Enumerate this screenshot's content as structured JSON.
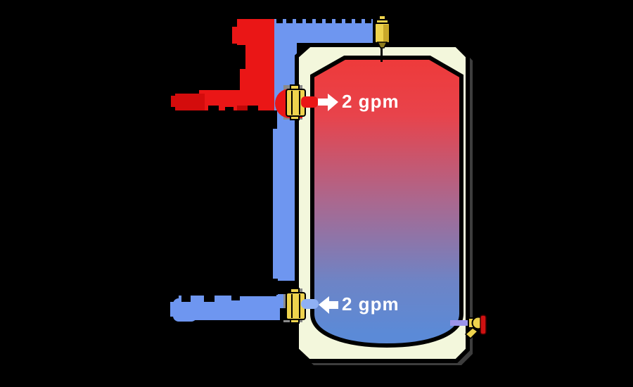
{
  "labels": {
    "top_flow": "2 gpm",
    "bottom_flow": "2 gpm"
  },
  "colors": {
    "background": "#000000",
    "outline": "#000000",
    "cold_pipe": "#6e96f0",
    "cold_stub_light": "#8fb0f4",
    "hot_pipe": "#ea1616",
    "hot_pipe_dark": "#d40c0c",
    "hot_pipe_deep": "#c00707",
    "tank_shell": "#f3f7dc",
    "tank_shadow": "#3d3d3d",
    "grad_top": "#ee3a3a",
    "grad_upper": "#e8434b",
    "grad_mid": "#aa688f",
    "grad_lower": "#6d84c6",
    "grad_bottom": "#5b8ad7",
    "brass": "#eed34d",
    "brass_shade": "#c9a82a",
    "brass_dark": "#8f7d1e",
    "sleeve_gray": "#8a8a8a",
    "drain_stub": "#9b94ea",
    "drain_handle": "#cf1111",
    "arrow": "#ffffff",
    "clipped_text": "#000000"
  },
  "components": [
    "air-vent",
    "hot-supply-pipe",
    "cold-return-pipe",
    "storage-tank",
    "union-fitting-top",
    "union-fitting-bottom",
    "drain-valve",
    "flow-arrow-in",
    "flow-arrow-out"
  ]
}
